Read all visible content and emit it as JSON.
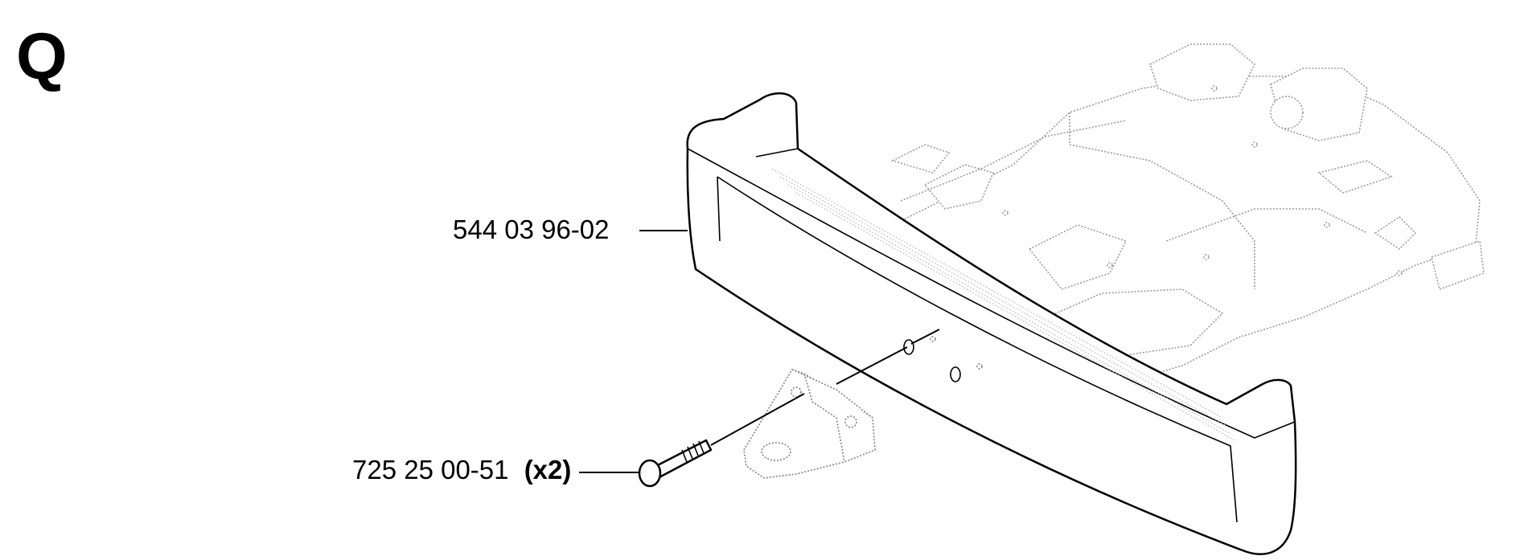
{
  "section": {
    "letter": "Q"
  },
  "callouts": [
    {
      "id": "bumper",
      "part_number": "544 03 96-02",
      "quantity": ""
    },
    {
      "id": "bolt",
      "part_number": "725 25 00-51",
      "quantity": "(x2)"
    }
  ],
  "colors": {
    "ink": "#000000",
    "ghost": "#9a9a9a",
    "background": "#ffffff"
  }
}
